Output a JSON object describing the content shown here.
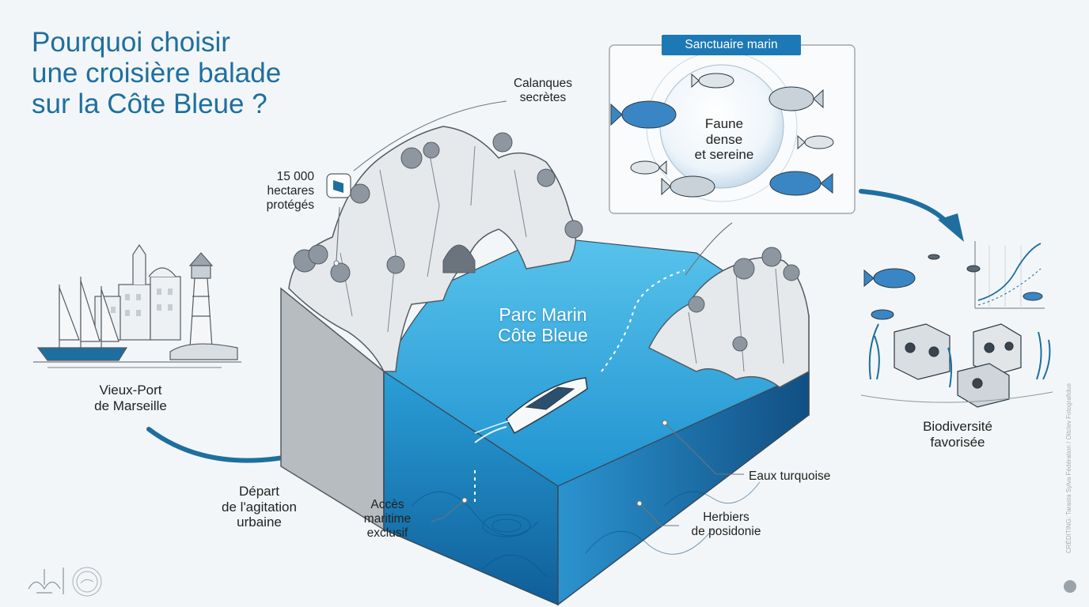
{
  "title": {
    "line1": "Pourquoi choisir",
    "line2": "une croisière balade",
    "line3": "sur la Côte Bleue ?"
  },
  "labels": {
    "calanques": [
      "Calanques",
      "secrètes"
    ],
    "hectares": [
      "15 000",
      "hectares",
      "protégés"
    ],
    "sanctuary_badge": "Sanctuaire marin",
    "fauna": [
      "Faune",
      "dense",
      "et sereine"
    ],
    "park": [
      "Parc Marin",
      "Côte Bleue"
    ],
    "vieux_port": [
      "Vieux-Port",
      "de Marseille"
    ],
    "depart": [
      "Départ",
      "de l'agitation",
      "urbaine"
    ],
    "acces": [
      "Accès",
      "maritime",
      "exclusif"
    ],
    "eaux": "Eaux turquoise",
    "herbiers": [
      "Herbiers",
      "de posidonie"
    ],
    "biodiversite": [
      "Biodiversité",
      "favorisée"
    ]
  },
  "credit": "CRÉDITING: Tarasta Sylva Fédération / Oitclev Fotografidue",
  "colors": {
    "accent_blue": "#1e6f9f",
    "badge_blue": "#1d79b5",
    "water": "#2aa3d8",
    "deep_water": "#1578b8",
    "rock": "#e6e9ec",
    "outline": "#555c63"
  },
  "icons": [
    "map-pin-icon",
    "arrow-icon",
    "logo-icon",
    "stamp-icon",
    "lighthouse-icon",
    "sailboat-icon",
    "fish-icon",
    "reef-block-icon",
    "chart-icon"
  ]
}
